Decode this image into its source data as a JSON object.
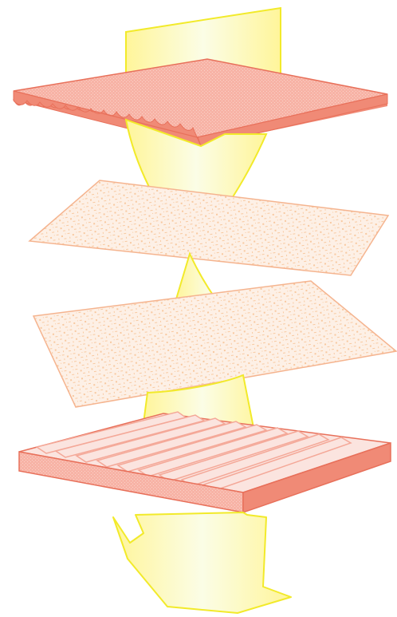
{
  "diagram": {
    "layers": [
      {
        "name": "polarizer-top",
        "kind": "grooved-plate"
      },
      {
        "name": "liquid-crystal-layer-1",
        "kind": "textured-sheet"
      },
      {
        "name": "liquid-crystal-layer-2",
        "kind": "textured-sheet"
      },
      {
        "name": "polarizer-bottom",
        "kind": "ridged-plate"
      }
    ],
    "light_path": {
      "direction": "down",
      "shape": "twisting-ribbon"
    }
  },
  "colors": {
    "background": "#ffffff",
    "plate_fill": "#f7b3a6",
    "plate_side": "#f08a76",
    "plate_edge": "#e8705a",
    "sheet_fill": "#fdf0e6",
    "sheet_speckle": "#f8c9a0",
    "sheet_edge": "#f5b48f",
    "light_fill": "#fffbc0",
    "light_fill_pale": "#fbfde6",
    "light_edge": "#f2ea2a",
    "ridge_fill": "#fbe4df",
    "ridge_shadow": "#f4a898"
  }
}
